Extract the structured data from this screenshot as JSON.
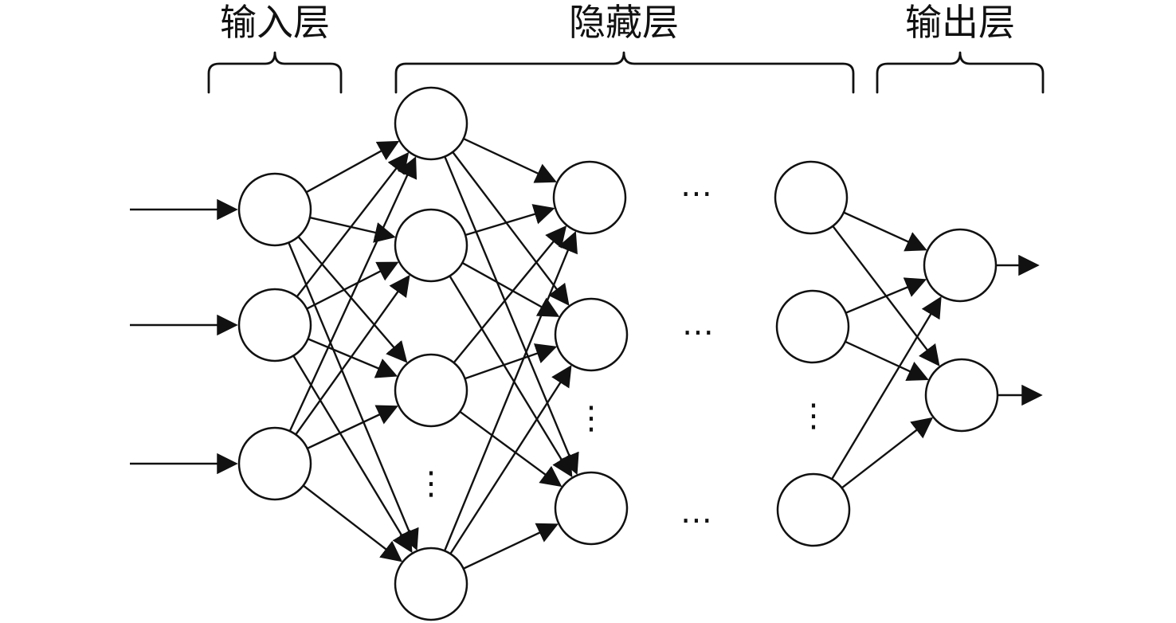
{
  "diagram": {
    "layers": [
      {
        "id": "input",
        "label": "输入层"
      },
      {
        "id": "hidden",
        "label": "隐藏层"
      },
      {
        "id": "output",
        "label": "输出层"
      }
    ],
    "ellipsis_symbols": {
      "horizontal": "⋯",
      "vertical": "⋮"
    },
    "colors": {
      "stroke": "#111111",
      "fill": "#ffffff"
    }
  }
}
